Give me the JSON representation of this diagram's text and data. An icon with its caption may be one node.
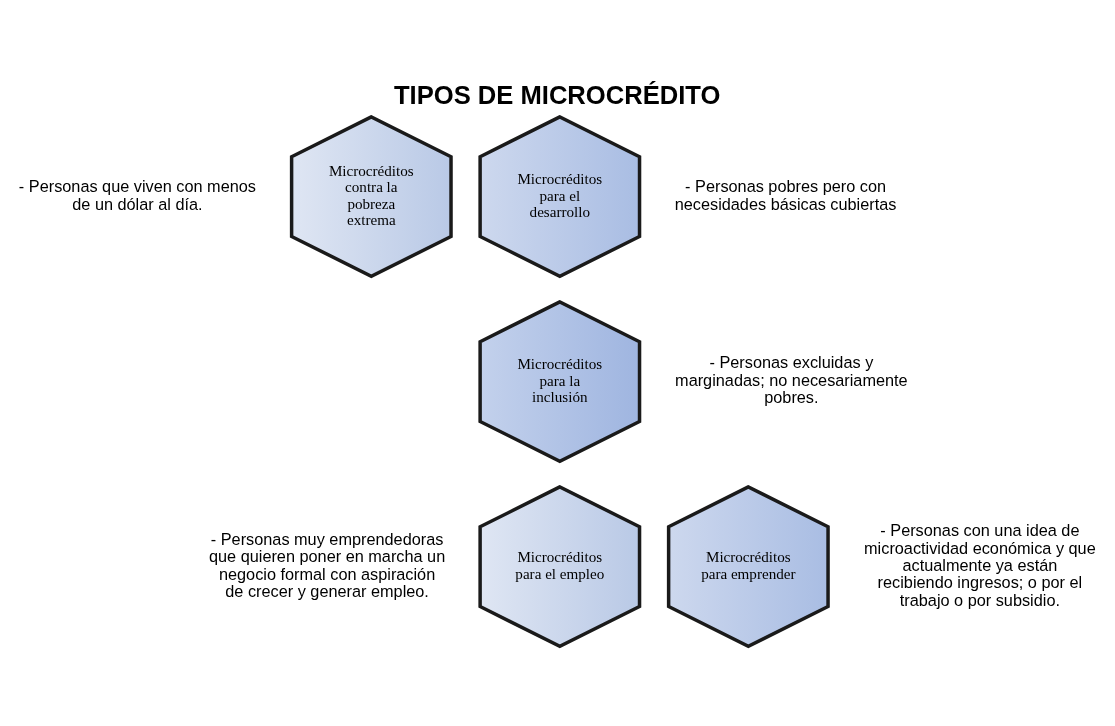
{
  "diagram": {
    "title": "TIPOS DE MICROCRÉDITO",
    "nodes": [
      {
        "text": [
          "Microcréditos contra la pobreza extrema"
        ],
        "beside": [
          "- Personas que viven con menos de un dólar al día."
        ]
      },
      {
        "text": [
          "Microcréditos para el desarrollo"
        ],
        "beside": [
          "- Personas pobres pero con necesidades básicas cubiertas"
        ]
      },
      {
        "text": [
          "Microcréditos para la inclusión"
        ],
        "beside": [
          "- Personas excluidas y marginadas; no necesariamente pobres."
        ]
      },
      {
        "text": [
          "Microcréditos para el empleo"
        ],
        "beside": [
          "- Personas muy emprendedoras que quieren poner en marcha un negocio formal con aspiración de crecer y generar empleo."
        ]
      },
      {
        "text": [
          "Microcréditos para emprender"
        ],
        "beside": [
          "- Personas con una idea de microactividad económica y que actualmente ya están recibiendo ingresos; o por el trabajo o por subsidio."
        ]
      }
    ]
  }
}
